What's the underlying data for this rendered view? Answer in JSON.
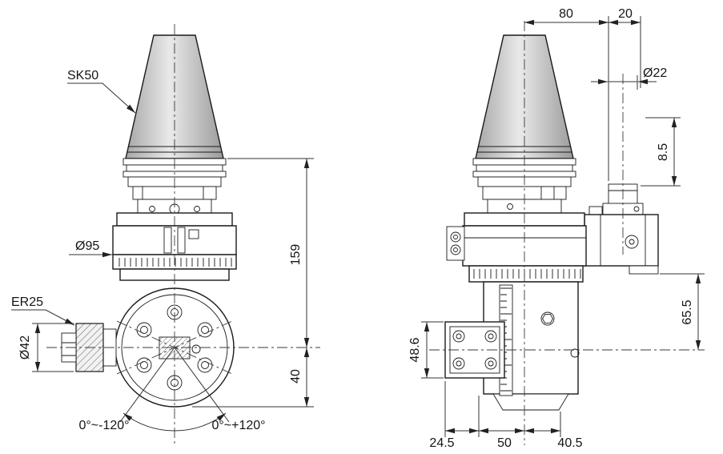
{
  "drawing": {
    "left_view": {
      "labels": {
        "taper": "SK50",
        "body_diameter": "Ø95",
        "collet_type": "ER25",
        "collet_nut_diameter": "Ø42",
        "gauge_to_spindle_center": "159",
        "spindle_center_to_bottom": "40",
        "swivel_range_negative": "0°~-120°",
        "swivel_range_positive": "0°~+120°"
      }
    },
    "right_view": {
      "labels": {
        "horizontal_offset": "80",
        "pin_offset": "20",
        "pin_diameter": "Ø22",
        "pin_height": "8.5",
        "arm_to_spindle_center": "65.5",
        "spindle_block_height": "48.6",
        "block_overhang": "24.5",
        "center_to_left_joint": "50",
        "center_to_right_edge": "40.5"
      }
    },
    "colors": {
      "line": "#1a1a1a",
      "dimension": "#333333",
      "cone_shade_dark": "#a6a6a6",
      "cone_shade_light": "#e9e9e9",
      "background": "#ffffff"
    }
  }
}
